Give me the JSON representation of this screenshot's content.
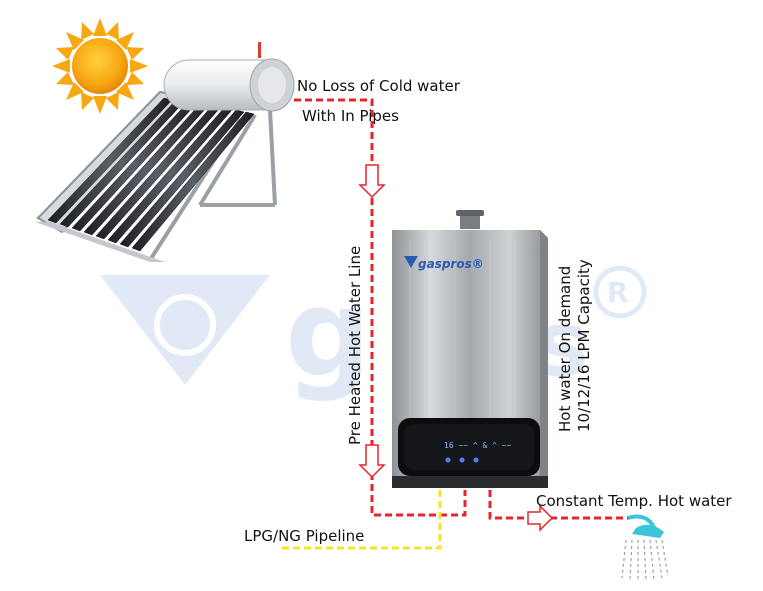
{
  "labels": {
    "no_loss_line1": "No Loss of Cold water",
    "no_loss_line2": "With In Pipes",
    "preheated": "Pre Heated Hot Water Line",
    "hot_on_demand_line1": "Hot water On demand",
    "hot_on_demand_line2": "10/12/16 LPM Capacity",
    "constant_temp": "Constant Temp. Hot water",
    "lpg_ng": "LPG/NG Pipeline"
  },
  "brand": {
    "heater_logo": "gaspros®",
    "display_readout": "16 ~~ ^ & ^ ~~"
  },
  "colors": {
    "hot_line": "#e8242a",
    "gas_line": "#f5e52a",
    "sun": "#f7a712",
    "watermark": "#c9d8f0",
    "heater_body": "#b9bcbf",
    "shower": "#39c6d8"
  },
  "icons": [
    "sun-icon",
    "solar-heater",
    "gas-water-heater",
    "shower-icon",
    "watermark-logo",
    "flow-arrow"
  ]
}
